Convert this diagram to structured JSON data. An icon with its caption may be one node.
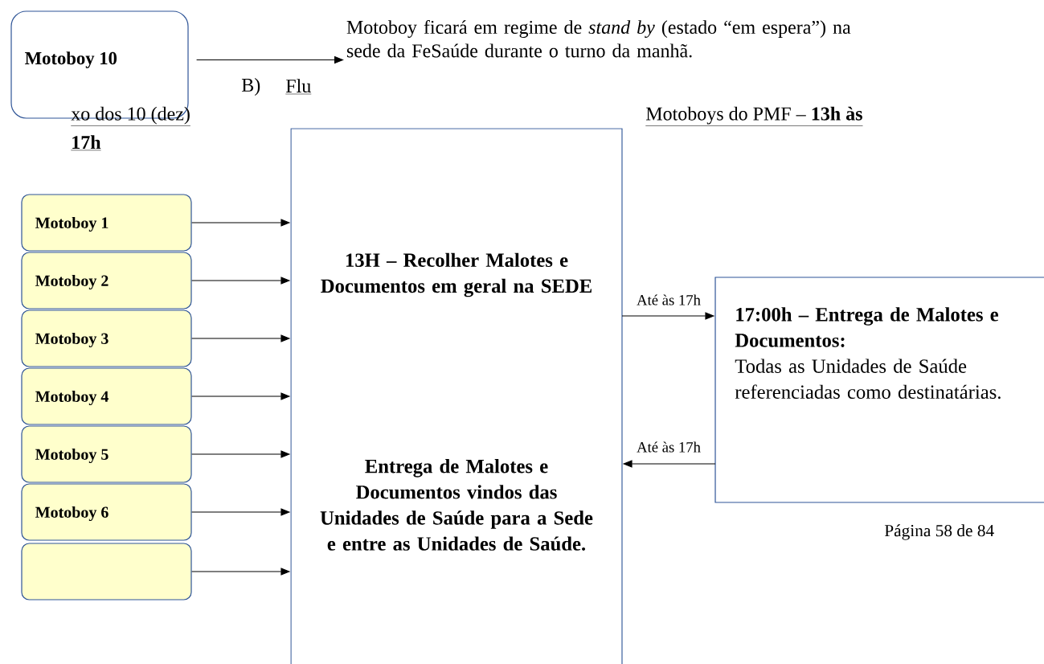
{
  "diagram": {
    "nodes": [
      {
        "text": [
          "Motoboy 10"
        ]
      },
      {
        "text": [
          "Motoboy ficará em regime de *stand by* (estado “em espera”) na sede da FeSaúde durante o turno da manhã."
        ]
      },
      {
        "text": [
          "Motoboy 1"
        ]
      },
      {
        "text": [
          "Motoboy 2"
        ]
      },
      {
        "text": [
          "Motoboy 3"
        ]
      },
      {
        "text": [
          "Motoboy 4"
        ]
      },
      {
        "text": [
          "Motoboy 5"
        ]
      },
      {
        "text": [
          "Motoboy 6"
        ]
      },
      {
        "text": [],
        "shape": "box"
      },
      {
        "text": [
          "13H – Recolher Malotes e Documentos em geral na SEDE",
          "Entrega de Malotes e Documentos vindos das Unidades de Saúde para a Sede e entre as Unidades de Saúde."
        ]
      },
      {
        "text": [
          "17:00h – Entrega de Malotes e Documentos:",
          "Todas as Unidades de Saúde referenciadas como destinatárias."
        ]
      }
    ],
    "edges": [
      {
        "from": 0,
        "to": 1,
        "arrow": "to"
      },
      {
        "from": 2,
        "to": 9,
        "arrow": "to"
      },
      {
        "from": 3,
        "to": 9,
        "arrow": "to"
      },
      {
        "from": 4,
        "to": 9,
        "arrow": "to"
      },
      {
        "from": 5,
        "to": 9,
        "arrow": "to"
      },
      {
        "from": 6,
        "to": 9,
        "arrow": "to"
      },
      {
        "from": 7,
        "to": 9,
        "arrow": "to"
      },
      {
        "from": 8,
        "to": 9,
        "arrow": "to"
      },
      {
        "from": 9,
        "to": 10,
        "arrow": "to",
        "label": "Até às 17h"
      },
      {
        "from": 10,
        "to": 9,
        "arrow": "to",
        "label": "Até às 17h"
      }
    ],
    "labels": [
      "B)",
      "Flu",
      "xo dos 10 (dez)",
      "Motoboys do PMF – **13h às**",
      "**17h**",
      "Página 58 de 84"
    ]
  }
}
